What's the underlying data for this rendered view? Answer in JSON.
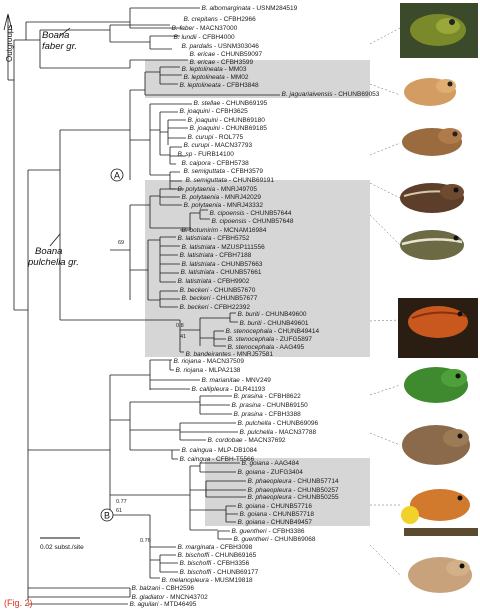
{
  "figure_label": "(Fig. 2)",
  "outgroups_label": "Outgroups",
  "clade_labels": {
    "faber_line1": "Boana",
    "faber_line2": "faber gr.",
    "pulchella_line1": "Boana",
    "pulchella_line2": "pulchella gr."
  },
  "node_letters": {
    "a": "A",
    "b": "B"
  },
  "scale_bar_label": "0.02 subst./site",
  "support_values": [
    "69",
    "0.8",
    "41",
    "0.77",
    "61",
    "0.76"
  ],
  "tips": [
    {
      "sp": "B. albomarginata",
      "code": "USNM284519"
    },
    {
      "sp": "B. crepitans",
      "code": "CFBH2966"
    },
    {
      "sp": "B. faber",
      "code": "MACN37000"
    },
    {
      "sp": "B. lundii",
      "code": "CFBH4000"
    },
    {
      "sp": "B. pardalis",
      "code": "USNM303046"
    },
    {
      "sp": "B. ericae",
      "code": "CHUNB59097"
    },
    {
      "sp": "B. ericae",
      "code": "CFBH3599"
    },
    {
      "sp": "B. leptolineata",
      "code": "MM03"
    },
    {
      "sp": "B. leptolineata",
      "code": "MM02"
    },
    {
      "sp": "B. leptolineata",
      "code": "CFBH3848"
    },
    {
      "sp": "B. jaguariaivensis",
      "code": "CHUNB69053"
    },
    {
      "sp": "B. stellae",
      "code": "CHUNB69195"
    },
    {
      "sp": "B. joaquini",
      "code": "CFBH3625"
    },
    {
      "sp": "B. joaquini",
      "code": "CHUNB69180"
    },
    {
      "sp": "B. joaquini",
      "code": "CHUNB69185"
    },
    {
      "sp": "B. curupi",
      "code": "ROL775"
    },
    {
      "sp": "B. curupi",
      "code": "MACN37793"
    },
    {
      "sp": "B. sp",
      "code": "FURB14100"
    },
    {
      "sp": "B. caipora",
      "code": "CFBH5738"
    },
    {
      "sp": "B. semiguttata",
      "code": "CFBH3579"
    },
    {
      "sp": "B. semiguttata",
      "code": "CHUNB69191"
    },
    {
      "sp": "B. polytaenia",
      "code": "MNRJ49705"
    },
    {
      "sp": "B. polytaenia",
      "code": "MNRJ42029"
    },
    {
      "sp": "B. polytaenia",
      "code": "MNRJ43332"
    },
    {
      "sp": "B. cipoensis",
      "code": "CHUNB57644"
    },
    {
      "sp": "B. cipoensis",
      "code": "CHUNB57648"
    },
    {
      "sp": "B. botumirim",
      "code": "MCNAM16984"
    },
    {
      "sp": "B. latistriata",
      "code": "CFBH5752"
    },
    {
      "sp": "B. latistriata",
      "code": "MZUSP111556"
    },
    {
      "sp": "B. latistriata",
      "code": "CFBH7188"
    },
    {
      "sp": "B. latistriata",
      "code": "CHUNB57663"
    },
    {
      "sp": "B. latistriata",
      "code": "CHUNB57661"
    },
    {
      "sp": "B. latistriata",
      "code": "CFBH9902"
    },
    {
      "sp": "B. beckeri",
      "code": "CHUNB57670"
    },
    {
      "sp": "B. beckeri",
      "code": "CHUNB57677"
    },
    {
      "sp": "B. beckeri",
      "code": "CFBH22392"
    },
    {
      "sp": "B. buriti",
      "code": "CHUNB49600"
    },
    {
      "sp": "B. buriti",
      "code": "CHUNB49601"
    },
    {
      "sp": "B. stenocephala",
      "code": "CHUNB49414"
    },
    {
      "sp": "B. stenocephala",
      "code": "ZUFG5897"
    },
    {
      "sp": "B. stenocephala",
      "code": "AAG495"
    },
    {
      "sp": "B. bandeirantes",
      "code": "MNRJ57581"
    },
    {
      "sp": "B. riojana",
      "code": "MACN37509"
    },
    {
      "sp": "B. riojana",
      "code": "MLPA2138"
    },
    {
      "sp": "B. marianitae",
      "code": "MNV249"
    },
    {
      "sp": "B. callipleura",
      "code": "DLR41193"
    },
    {
      "sp": "B. prasina",
      "code": "CFBH8622"
    },
    {
      "sp": "B. prasina",
      "code": "CHUNB69150"
    },
    {
      "sp": "B. prasina",
      "code": "CFBH3388"
    },
    {
      "sp": "B. pulchella",
      "code": "CHUNB69096"
    },
    {
      "sp": "B. pulchella",
      "code": "MACN37788"
    },
    {
      "sp": "B. cordobae",
      "code": "MACN37692"
    },
    {
      "sp": "B. caingua",
      "code": "MLP-DB1084"
    },
    {
      "sp": "B. caingua",
      "code": "CFBH-T5566"
    },
    {
      "sp": "B. goiana",
      "code": "AAG484"
    },
    {
      "sp": "B. goiana",
      "code": "ZUFG3404"
    },
    {
      "sp": "B. phaeopleura",
      "code": "CHUNB57714"
    },
    {
      "sp": "B. phaeopleura",
      "code": "CHUNB50257"
    },
    {
      "sp": "B. phaeopleura",
      "code": "CHUNB50255"
    },
    {
      "sp": "B. goiana",
      "code": "CHUNB57716"
    },
    {
      "sp": "B. goiana",
      "code": "CHUNB57718"
    },
    {
      "sp": "B. goiana",
      "code": "CHUNB49457"
    },
    {
      "sp": "B. guentheri",
      "code": "CFBH3386"
    },
    {
      "sp": "B. guentheri",
      "code": "CHUNB69068"
    },
    {
      "sp": "B. marginata",
      "code": "CFBH3098"
    },
    {
      "sp": "B. bischoffi",
      "code": "CHUNB69165"
    },
    {
      "sp": "B. bischoffi",
      "code": "CFBH3356"
    },
    {
      "sp": "B. bischoffi",
      "code": "CHUNB69177"
    },
    {
      "sp": "B. melanopleura",
      "code": "MUSM19818"
    },
    {
      "sp": "B. balzani",
      "code": "CBH2596"
    },
    {
      "sp": "B. gladiator",
      "code": "MNCN43702"
    },
    {
      "sp": "B. aguilari",
      "code": "MTD46495"
    }
  ],
  "colors": {
    "branch": "#1a1a1a",
    "highlight": "#d6d6d6",
    "label_accent": "#d9341c"
  }
}
